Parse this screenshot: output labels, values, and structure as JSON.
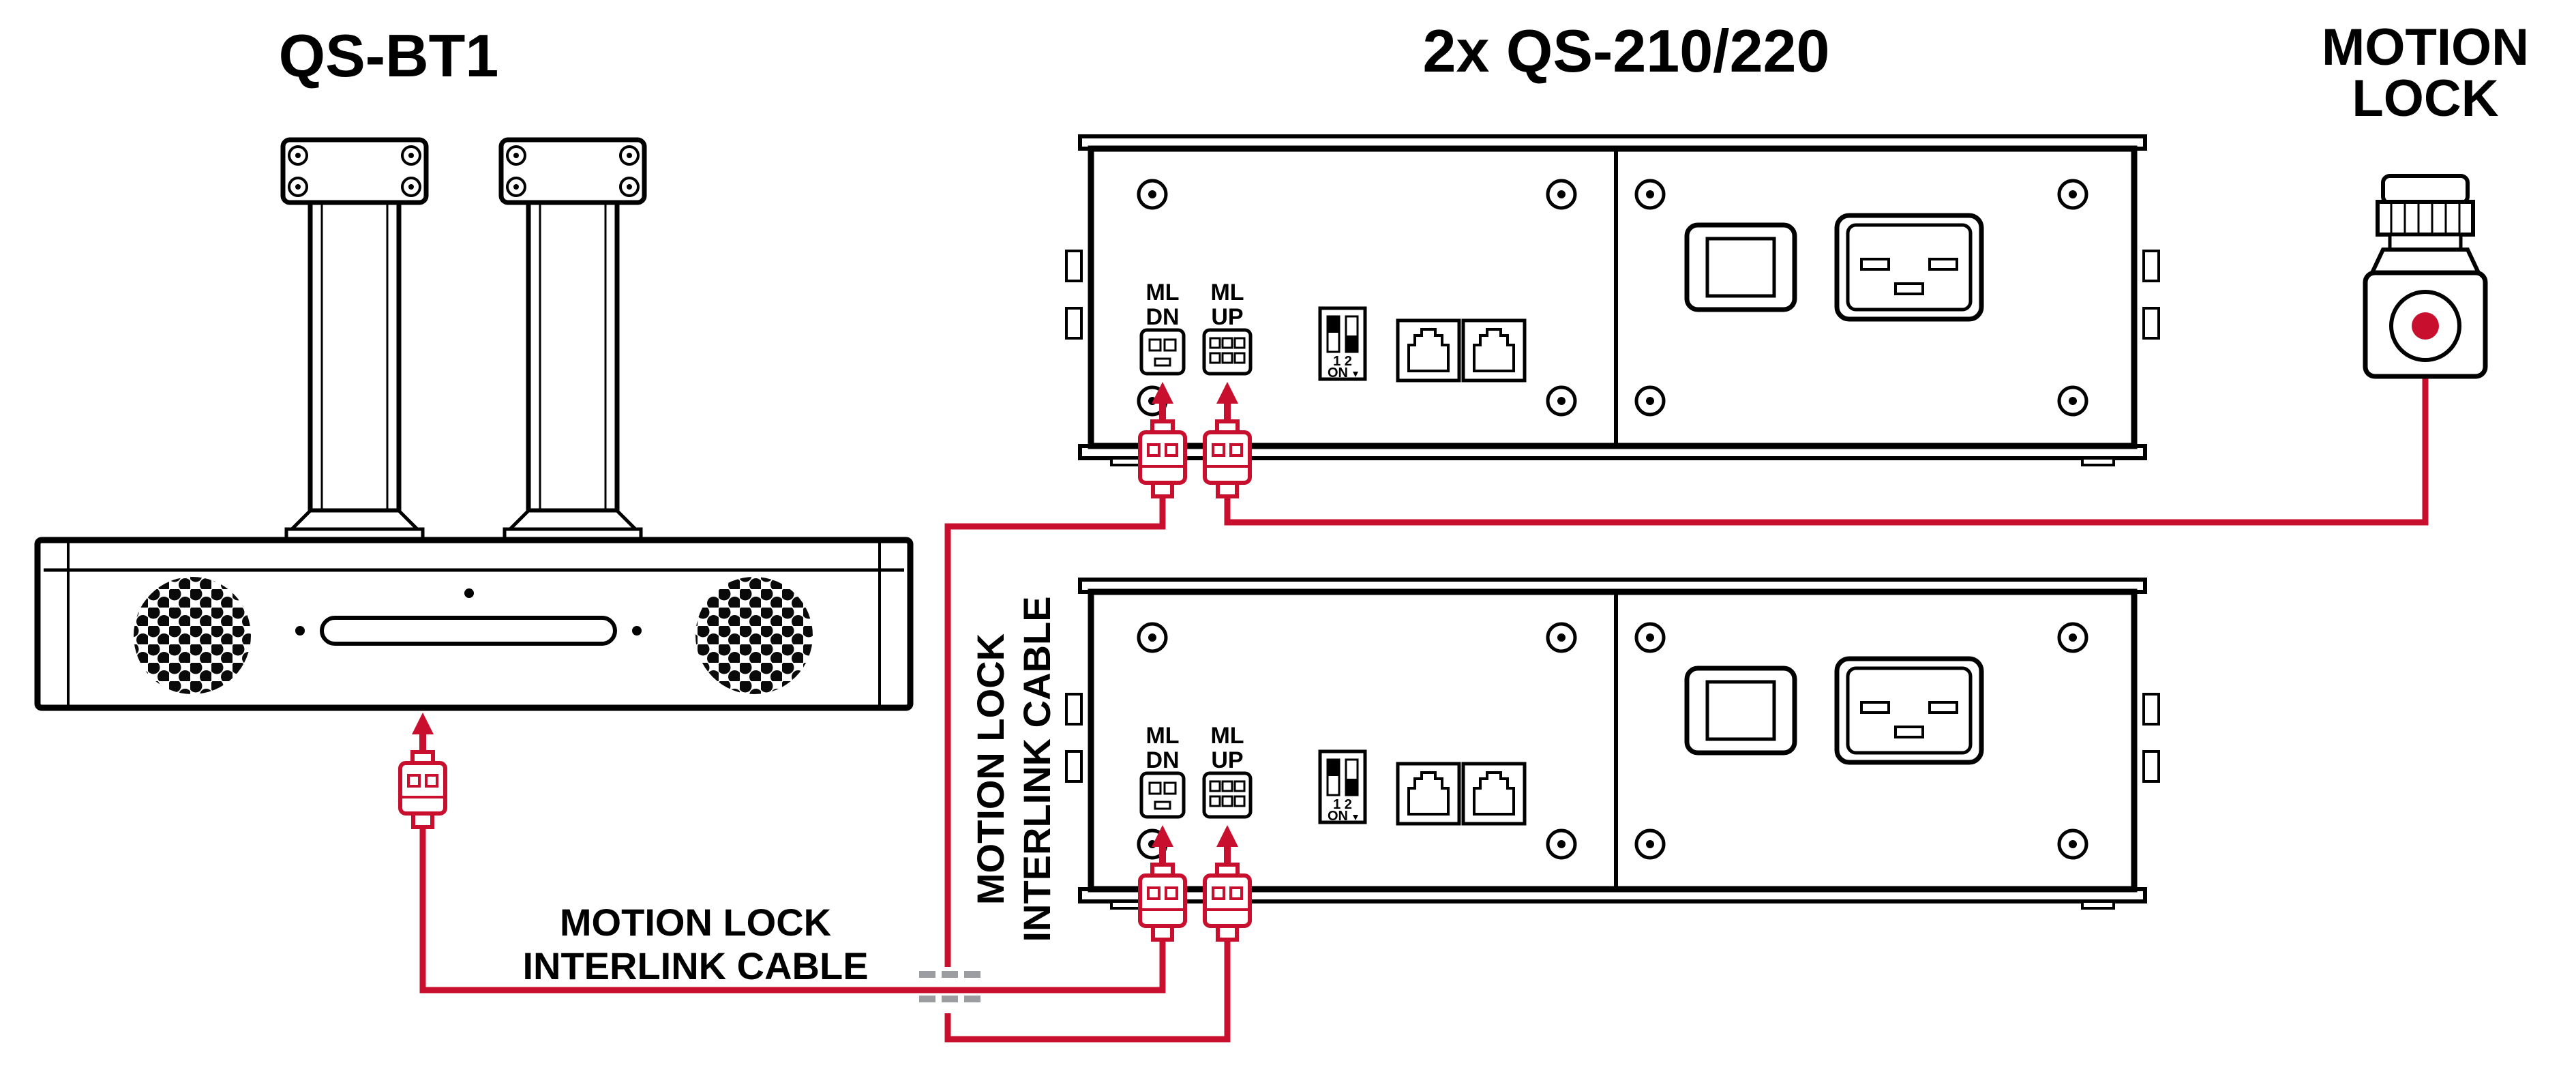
{
  "titles": {
    "left_device": "QS-BT1",
    "center_devices": "2x QS-210/220",
    "right_device_line1": "MOTION",
    "right_device_line2": "LOCK"
  },
  "unit_labels": {
    "ml": "ML",
    "dn": "DN",
    "up": "UP",
    "dip_numbers": "1 2",
    "dip_on": "ON"
  },
  "cable_labels": {
    "vertical_line1": "MOTION LOCK",
    "vertical_line2": "INTERLINK CABLE",
    "horizontal_line1": "MOTION LOCK",
    "horizontal_line2": "INTERLINK CABLE"
  },
  "colors": {
    "outline": "#000000",
    "cable_red": "#C8102E",
    "dash_gray": "#9B9DA0",
    "background": "#FFFFFF"
  }
}
